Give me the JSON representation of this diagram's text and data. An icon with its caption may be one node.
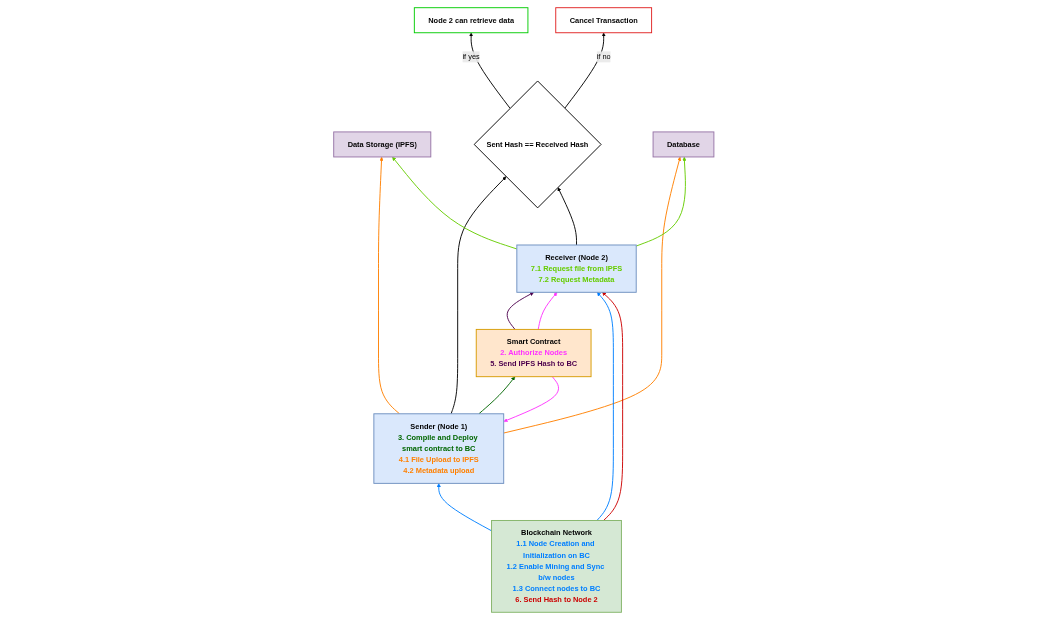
{
  "diagram": {
    "nodes": [
      {
        "text": [
          "Node 2 can retrieve data"
        ]
      },
      {
        "text": [
          "Sent Hash == Received Hash"
        ]
      },
      {
        "text": [
          "Cancel Transaction"
        ]
      },
      {
        "text": [
          "Smart Contract",
          "2. Authorize Nodes",
          "5. Send IPFS Hash to BC"
        ]
      },
      {
        "text": [
          "Sender (Node 1)",
          "3. Compile and Deploy smart contract to BC",
          "4.1 File Upload to IPFS",
          "4.2 Metadata upload"
        ]
      },
      {
        "text": [
          "Data Storage (IPFS)"
        ]
      },
      {
        "text": [
          "Receiver (Node 2)",
          "7.1 Request file from IPFS",
          "7.2 Request Metadata"
        ]
      },
      {
        "text": [
          "Database"
        ]
      },
      {
        "text": [
          "Blockchain Network",
          "1.1 Node Creation and Initialization on BC",
          "1.2 Enable Mining and Sync b/w nodes",
          "1.3 Connect nodes to BC",
          "6. Send Hash to Node 2"
        ]
      }
    ],
    "edges": [
      {
        "from": 1,
        "to": 0,
        "arrow": "to",
        "label": "if yes"
      },
      {
        "from": 1,
        "to": 2,
        "arrow": "to",
        "label": "if no"
      },
      {
        "from": 4,
        "to": 1,
        "arrow": "to"
      },
      {
        "from": 6,
        "to": 1,
        "arrow": "to"
      },
      {
        "from": 3,
        "to": 4,
        "arrow": "to",
        "color": "#ff33ff"
      },
      {
        "from": 4,
        "to": 3,
        "arrow": "to",
        "color": "#006600"
      },
      {
        "from": 3,
        "to": 6,
        "arrow": "to",
        "color": "#4d004d"
      },
      {
        "from": 3,
        "to": 6,
        "arrow": "to",
        "color": "#ff33ff"
      },
      {
        "from": 4,
        "to": 5,
        "arrow": "to",
        "color": "#ff8000"
      },
      {
        "from": 4,
        "to": 7,
        "arrow": "to",
        "color": "#ff8000"
      },
      {
        "from": 6,
        "to": 5,
        "arrow": "to",
        "color": "#66cc00"
      },
      {
        "from": 6,
        "to": 7,
        "arrow": "to",
        "color": "#66cc00"
      },
      {
        "from": 8,
        "to": 4,
        "arrow": "to",
        "color": "#007fff"
      },
      {
        "from": 8,
        "to": 6,
        "arrow": "to",
        "color": "#007fff"
      },
      {
        "from": 8,
        "to": 6,
        "arrow": "to",
        "color": "#cc0000"
      }
    ]
  }
}
